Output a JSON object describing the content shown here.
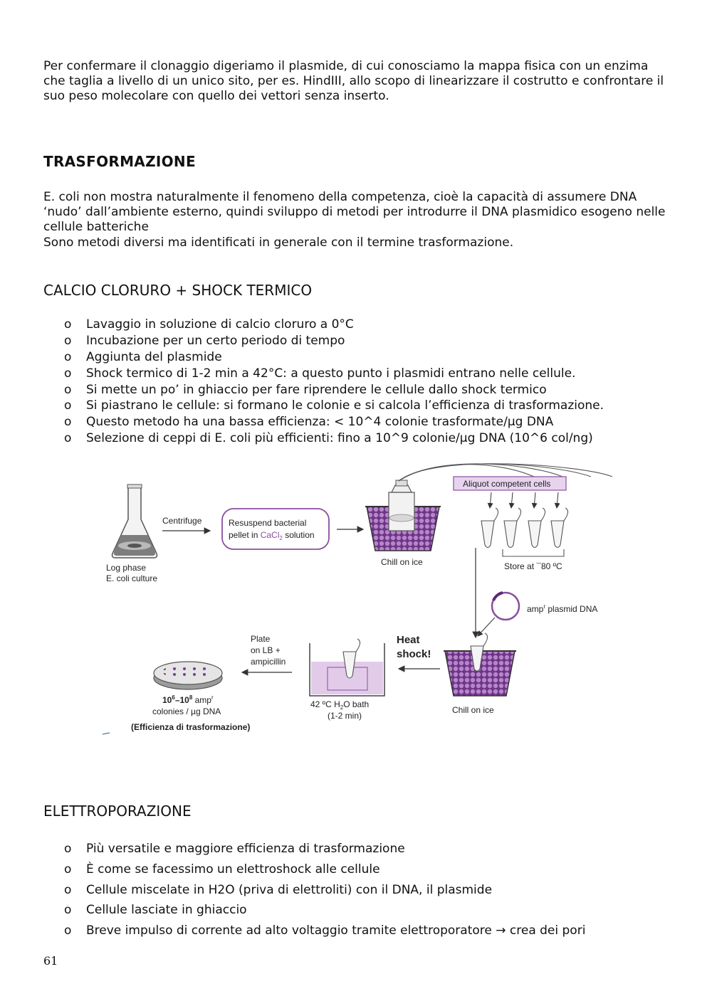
{
  "intro": "Per confermare il clonaggio digeriamo il plasmide, di cui conosciamo la mappa fisica con un enzima che taglia a livello di un unico sito, per es. HindIII, allo scopo di linearizzare il costrutto e confrontare il suo peso molecolare con quello dei vettori senza inserto.",
  "trasformazione": {
    "title": "TRASFORMAZIONE",
    "p1": "E. coli non mostra naturalmente il fenomeno della competenza, cioè la capacità di assumere DNA ‘nudo’ dall’ambiente esterno, quindi sviluppo di metodi per introdurre il DNA plasmidico esogeno nelle cellule batteriche",
    "p2": "Sono metodi diversi ma identificati in generale con il termine trasformazione."
  },
  "calcio": {
    "title": "CALCIO CLORURO + SHOCK TERMICO",
    "bullet": "o",
    "items": [
      "Lavaggio in soluzione di calcio cloruro a 0°C",
      "Incubazione per un certo periodo di tempo",
      "Aggiunta del plasmide",
      "Shock termico di 1-2 min a 42°C: a questo punto i plasmidi entrano nelle cellule.",
      "Si mette un po’ in ghiaccio per fare riprendere le cellule dallo shock termico",
      "Si piastrano le cellule: si formano le colonie e si calcola l’efficienza di trasformazione.",
      "Questo metodo ha una bassa efficienza: < 10^4 colonie trasformate/µg DNA",
      "Selezione di ceppi di E. coli più efficienti: fino a 10^9 colonie/µg DNA (10^6 col/ng)"
    ]
  },
  "figure": {
    "labels": {
      "centrifuge": "Centrifuge",
      "resuspend_1": "Resuspend bacterial",
      "resuspend_2": "pellet in",
      "cacl2_ca": "CaCl",
      "cacl2_sub": "2",
      "resuspend_3": "solution",
      "log_phase_1": "Log phase",
      "log_phase_2": "E. coli culture",
      "chill_on_ice_1": "Chill on ice",
      "aliquot": "Aliquot competent cells",
      "store": "Store at ¯80 ºC",
      "plasmid_amp": "amp",
      "plasmid_r": "r",
      "plasmid_dna": "plasmid DNA",
      "heat_1": "Heat",
      "heat_2": "shock!",
      "plate_1": "Plate",
      "plate_2": "on LB +",
      "plate_3": "ampicillin",
      "bath_1": "42 ºC H",
      "bath_sub": "2",
      "bath_2": "O bath",
      "bath_3": "(1-2 min)",
      "chill_on_ice_2": "Chill on ice",
      "colonies_a": "10",
      "colonies_e1": "6",
      "colonies_dash": "–10",
      "colonies_e2": "8",
      "colonies_amp": " amp",
      "colonies_r": "r",
      "colonies_2": "colonies / µg DNA",
      "efficienza": "(Efficienza di trasformazione)"
    },
    "colors": {
      "purple": "#8a4ea0",
      "purple_light": "#b07cc4",
      "purple_dark": "#5e2a74",
      "label_box": "#e6d4ee"
    }
  },
  "elettro": {
    "title": "ELETTROPORAZIONE",
    "bullet": "o",
    "items": [
      "Più versatile e maggiore efficienza di trasformazione",
      "È come se facessimo un elettroshock alle cellule",
      "Cellule miscelate in H2O (priva di elettroliti) con il DNA, il plasmide",
      "Cellule lasciate in ghiaccio",
      "Breve impulso di corrente ad alto voltaggio tramite elettroporatore → crea dei pori"
    ]
  },
  "page_number": "61"
}
